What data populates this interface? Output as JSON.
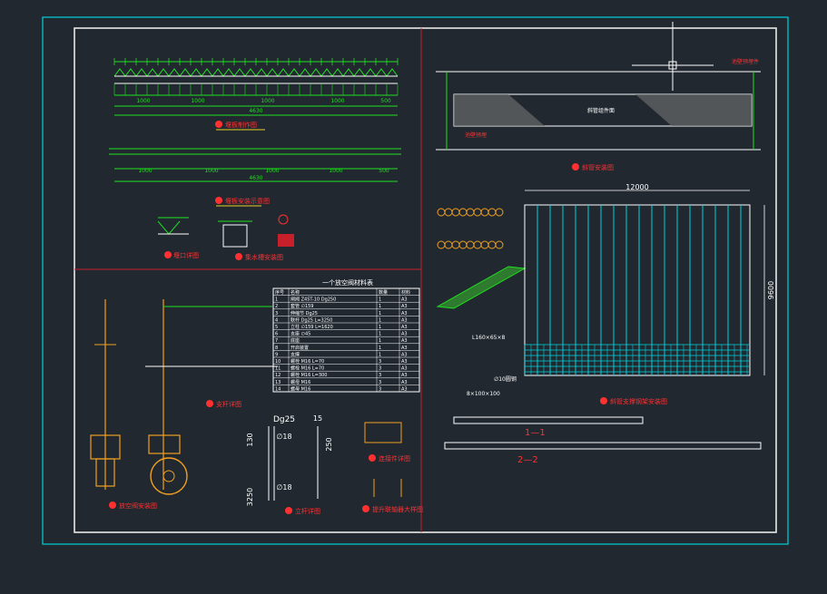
{
  "colors": {
    "background": "#212830",
    "frame": "#00d2dc",
    "border": "#e8e8e8",
    "divider": "#c8202a",
    "dim_green": "#20e020",
    "white": "#ffffff",
    "yellow": "#e8d020",
    "orange": "#f0a020",
    "red_label": "#ff3030"
  },
  "top_left": {
    "label_total": "4630",
    "label_seg_1": "1000",
    "label_seg_2": "1000",
    "label_seg_3": "1000",
    "label_seg_4": "1000",
    "label_seg_5": "500",
    "title_1": "堰板制作图",
    "lower_total": "4630",
    "lower_seg_1": "1000",
    "lower_seg_2": "1000",
    "lower_seg_3": "1000",
    "lower_seg_4": "1000",
    "lower_seg_5": "500",
    "title_2": "堰板安装示意图",
    "title_3": "堰口详图",
    "title_4": "集水槽安装图"
  },
  "top_right": {
    "label_1": "池壁预埋件",
    "label_2": "斜管组件面",
    "label_3": "池壁预埋",
    "title": "斜管安装图"
  },
  "valve_table": {
    "title": "一个放空阀材料表",
    "headers": [
      "序号",
      "名称",
      "数量",
      "材料"
    ],
    "rows": [
      [
        "1",
        "闸阀 Z45T-10 Dg250",
        "1",
        "A3"
      ],
      [
        "2",
        "套管 ∅159",
        "1",
        "A3"
      ],
      [
        "3",
        "伸缩节 Dg25",
        "1",
        "A3"
      ],
      [
        "4",
        "联杆 Dg25 L=3250",
        "1",
        "A3"
      ],
      [
        "5",
        "立柱 ∅159 L=1620",
        "1",
        "A3"
      ],
      [
        "6",
        "支座 ∅45",
        "1",
        "A3"
      ],
      [
        "7",
        "底座",
        "1",
        "A3"
      ],
      [
        "8",
        "开启装置",
        "1",
        "A3"
      ],
      [
        "9",
        "支撑",
        "1",
        "A3"
      ],
      [
        "10",
        "螺栓 M16 L=70",
        "3",
        "A3"
      ],
      [
        "11",
        "螺栓 M16 L=70",
        "3",
        "A3"
      ],
      [
        "12",
        "螺栓 M16 L=300",
        "3",
        "A3"
      ],
      [
        "13",
        "螺母 M16",
        "3",
        "A3"
      ],
      [
        "14",
        "螺母 M16",
        "3",
        "A3"
      ]
    ]
  },
  "bottom_left": {
    "title_valve": "放空阀安装图",
    "title_stand": "支杆详图",
    "title_pole": "立杆详图",
    "title_conn": "连接件详图",
    "title_lift": "提升联轴器大样图",
    "dim_dg25": "Dg25",
    "dim_18a": "∅18",
    "dim_18b": "∅18",
    "dim_130": "130",
    "dim_3250": "3250",
    "dim_250": "250",
    "dim_15": "15"
  },
  "bottom_right": {
    "width_label": "12000",
    "height_label": "9600",
    "title": "斜管支撑钢架安装图",
    "section_1": "1—1",
    "section_2": "2—2",
    "beam_label": "L160×65×8",
    "bar_label": "∅10圆钢",
    "plate_label": "8×100×100"
  }
}
